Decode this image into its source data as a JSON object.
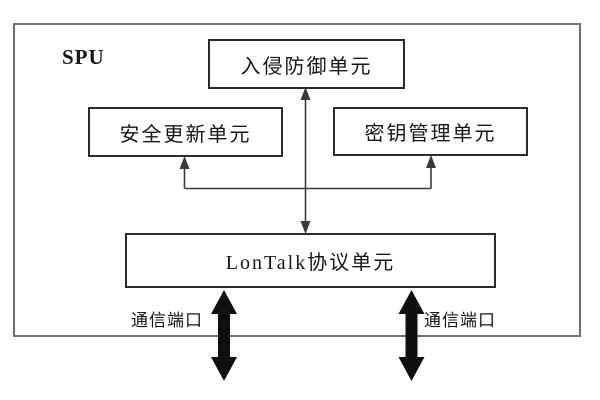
{
  "diagram": {
    "container_label": "SPU",
    "boxes": {
      "intrusion_prevention": "入侵防御单元",
      "security_update": "安全更新单元",
      "key_management": "密钥管理单元",
      "lontalk_protocol": "LonTalk协议单元"
    },
    "port_labels": {
      "left": "通信端口",
      "right": "通信端口"
    },
    "colors": {
      "background": "#ffffff",
      "box_border": "#2b2b2b",
      "outer_border": "#6e6e6e",
      "connector": "#3a3a3a",
      "thick_arrow": "#0f0f0f",
      "text": "#161616"
    }
  }
}
